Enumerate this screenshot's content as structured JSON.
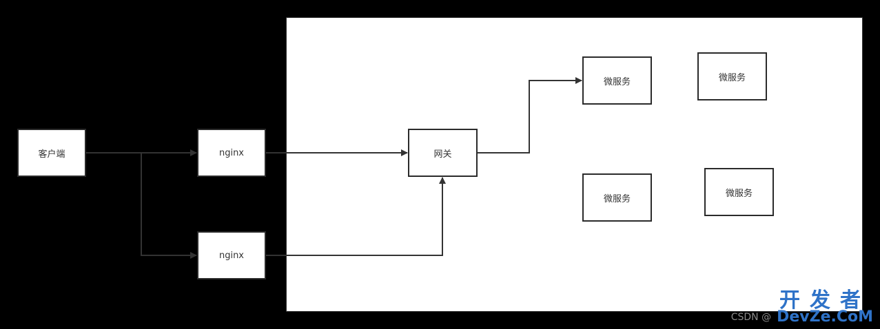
{
  "nodes": {
    "client": "客户端",
    "nginx_top": "nginx",
    "nginx_bottom": "nginx",
    "gateway": "网关",
    "ms1": "微服务",
    "ms2": "微服务",
    "ms3": "微服务",
    "ms4": "微服务"
  },
  "watermark": {
    "site_prefix": "CSDN @",
    "logo_cn": "开发者",
    "logo_en": "DevZe.CoM"
  },
  "colors": {
    "background": "#000000",
    "node_fill": "#ffffff",
    "stroke": "#333333",
    "logo_blue": "#2f73c8"
  }
}
